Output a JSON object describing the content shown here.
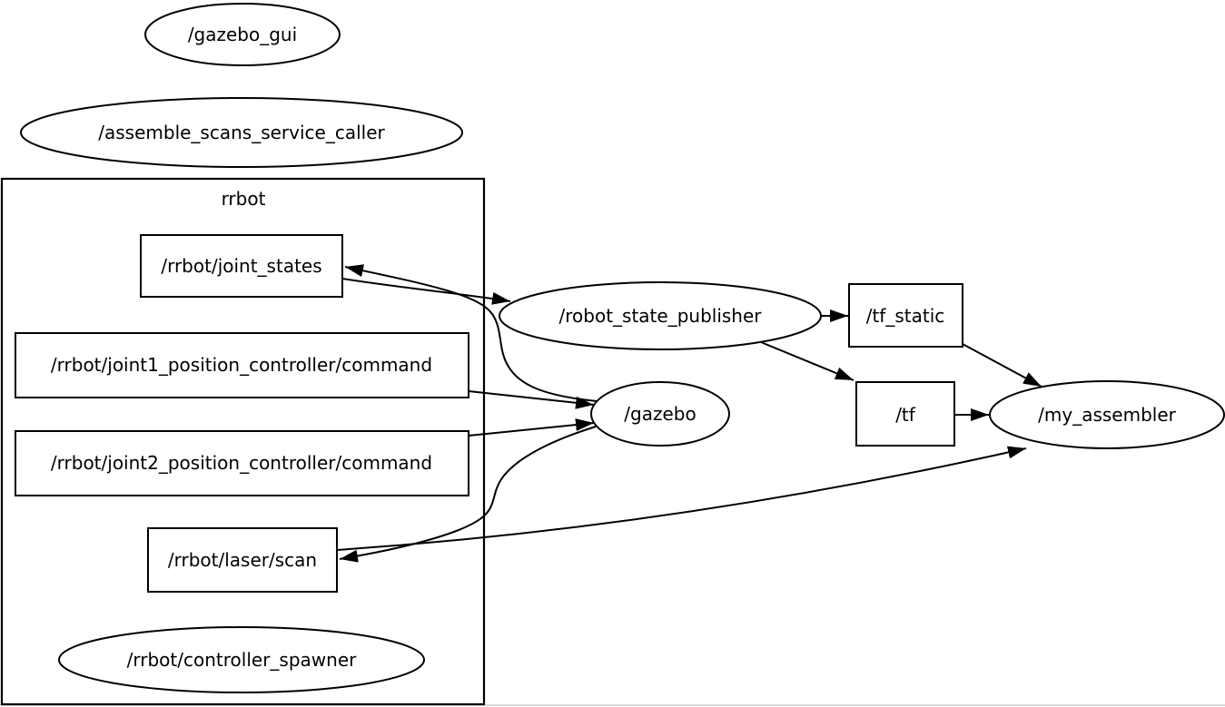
{
  "group": {
    "label": "rrbot"
  },
  "nodes": {
    "gazebo_gui": {
      "label": "/gazebo_gui",
      "kind": "node",
      "shape": "ellipse"
    },
    "assemble_scans_caller": {
      "label": "/assemble_scans_service_caller",
      "kind": "node",
      "shape": "ellipse"
    },
    "joint_states": {
      "label": "/rrbot/joint_states",
      "kind": "topic",
      "shape": "box"
    },
    "joint1_cmd": {
      "label": "/rrbot/joint1_position_controller/command",
      "kind": "topic",
      "shape": "box"
    },
    "joint2_cmd": {
      "label": "/rrbot/joint2_position_controller/command",
      "kind": "topic",
      "shape": "box"
    },
    "laser_scan": {
      "label": "/rrbot/laser/scan",
      "kind": "topic",
      "shape": "box"
    },
    "controller_spawner": {
      "label": "/rrbot/controller_spawner",
      "kind": "node",
      "shape": "ellipse"
    },
    "robot_state_publisher": {
      "label": "/robot_state_publisher",
      "kind": "node",
      "shape": "ellipse"
    },
    "gazebo": {
      "label": "/gazebo",
      "kind": "node",
      "shape": "ellipse"
    },
    "tf_static": {
      "label": "/tf_static",
      "kind": "topic",
      "shape": "box"
    },
    "tf": {
      "label": "/tf",
      "kind": "topic",
      "shape": "box"
    },
    "my_assembler": {
      "label": "/my_assembler",
      "kind": "node",
      "shape": "ellipse"
    }
  },
  "edges": [
    {
      "from": "/gazebo",
      "to": "/rrbot/joint_states"
    },
    {
      "from": "/rrbot/joint_states",
      "to": "/robot_state_publisher"
    },
    {
      "from": "/rrbot/joint1_position_controller/command",
      "to": "/gazebo"
    },
    {
      "from": "/rrbot/joint2_position_controller/command",
      "to": "/gazebo"
    },
    {
      "from": "/gazebo",
      "to": "/rrbot/laser/scan"
    },
    {
      "from": "/rrbot/laser/scan",
      "to": "/my_assembler"
    },
    {
      "from": "/robot_state_publisher",
      "to": "/tf_static"
    },
    {
      "from": "/robot_state_publisher",
      "to": "/tf"
    },
    {
      "from": "/tf_static",
      "to": "/my_assembler"
    },
    {
      "from": "/tf",
      "to": "/my_assembler"
    }
  ],
  "colors": {
    "background": "#ffffff",
    "stroke": "#000000",
    "bottom_rule": "#d9d9d9"
  }
}
